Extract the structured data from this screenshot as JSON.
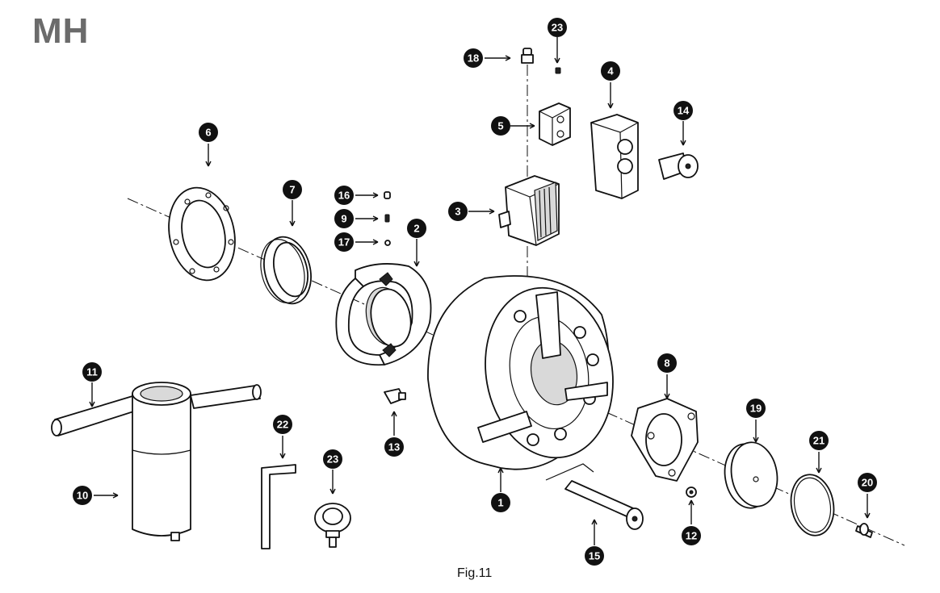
{
  "title": "MH",
  "caption": "Fig.11",
  "callouts": [
    {
      "id": "c1",
      "label": "1"
    },
    {
      "id": "c2",
      "label": "2"
    },
    {
      "id": "c3",
      "label": "3"
    },
    {
      "id": "c4",
      "label": "4"
    },
    {
      "id": "c5",
      "label": "5"
    },
    {
      "id": "c6",
      "label": "6"
    },
    {
      "id": "c7",
      "label": "7"
    },
    {
      "id": "c8",
      "label": "8"
    },
    {
      "id": "c9",
      "label": "9"
    },
    {
      "id": "c10",
      "label": "10"
    },
    {
      "id": "c11",
      "label": "11"
    },
    {
      "id": "c12",
      "label": "12"
    },
    {
      "id": "c13",
      "label": "13"
    },
    {
      "id": "c14",
      "label": "14"
    },
    {
      "id": "c15",
      "label": "15"
    },
    {
      "id": "c16",
      "label": "16"
    },
    {
      "id": "c17",
      "label": "17"
    },
    {
      "id": "c18",
      "label": "18"
    },
    {
      "id": "c19",
      "label": "19"
    },
    {
      "id": "c20",
      "label": "20"
    },
    {
      "id": "c21",
      "label": "21"
    },
    {
      "id": "c22",
      "label": "22"
    },
    {
      "id": "c23a",
      "label": "23"
    },
    {
      "id": "c23b",
      "label": "23"
    }
  ]
}
